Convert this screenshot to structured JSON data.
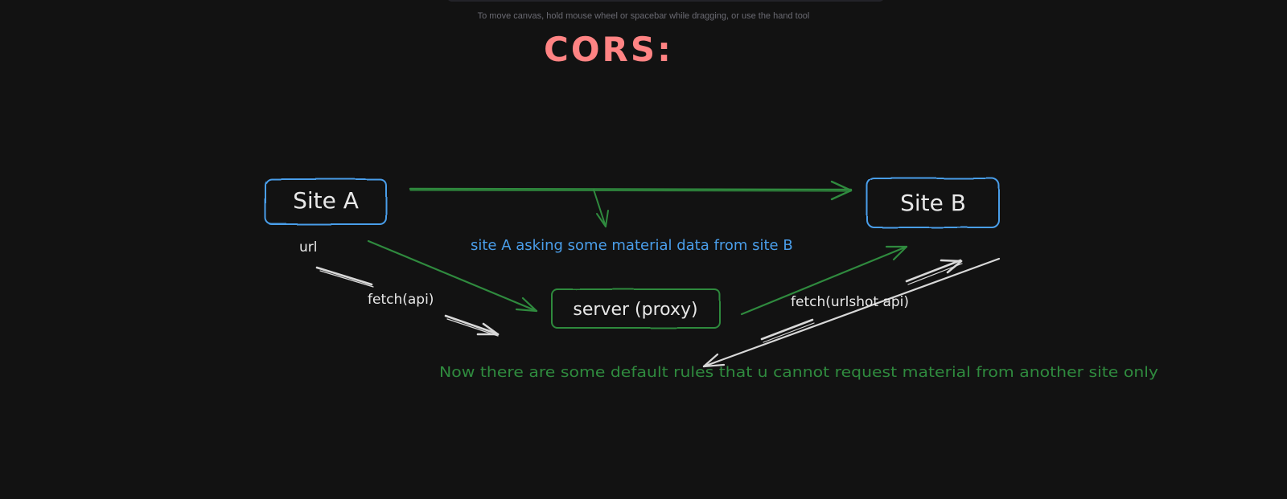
{
  "canvas": {
    "hint": "To move canvas, hold mouse wheel or spacebar while dragging, or use the hand tool"
  },
  "diagram": {
    "title": "CORS:",
    "nodes": {
      "site_a": "Site A",
      "site_b": "Site B",
      "server": "server (proxy)"
    },
    "labels": {
      "url": "url",
      "fetch_api": "fetch(api)",
      "fetch_urlshot": "fetch(urlshot api)",
      "site_a_asking": "site A asking some material data from site B",
      "default_rules": "Now there are some default rules that u cannot request material from another site only"
    }
  },
  "colors": {
    "background": "#121212",
    "title": "#ff8383",
    "site_box": "#4a9eea",
    "server_box": "#2f8a3e",
    "arrow_green": "#2f8a3e",
    "arrow_white": "#d8d8d8",
    "note_blue": "#4a9eea",
    "note_green": "#2f8a3e"
  }
}
